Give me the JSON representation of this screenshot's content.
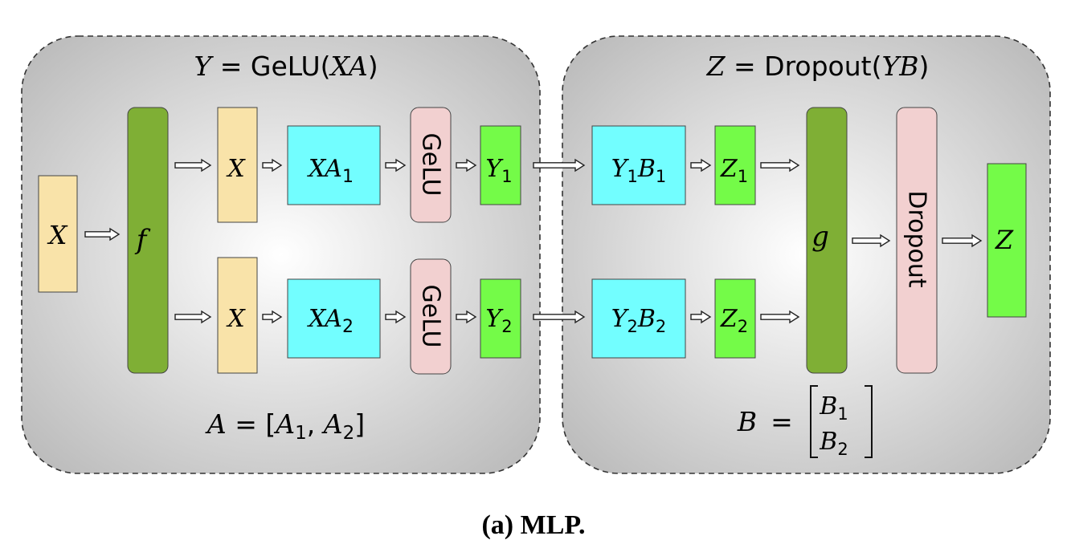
{
  "colors": {
    "input_box": "#f9e3a9",
    "split_box": "#7faf35",
    "matmul_box": "#72feff",
    "activation_box": "#f2d0d0",
    "output_box": "#74fb48",
    "panel_edge": "#bdbdbd",
    "panel_center": "#ffffff"
  },
  "left_panel": {
    "equation": {
      "lhs": "Y",
      "eq": " = ",
      "fn": "GeLU",
      "open": "(",
      "arg": "XA",
      "close": ")"
    },
    "input": "X",
    "split": "f",
    "branches": [
      {
        "input": "X",
        "matmul": "XA",
        "matmul_sub": "1",
        "activation": "GeLU",
        "output": "Y",
        "output_sub": "1"
      },
      {
        "input": "X",
        "matmul": "XA",
        "matmul_sub": "2",
        "activation": "GeLU",
        "output": "Y",
        "output_sub": "2"
      }
    ],
    "partition": {
      "lhs": "A",
      "eq": " = ",
      "open": "[",
      "a": "A",
      "a_sub": "1",
      "sep": ", ",
      "b": "A",
      "b_sub": "2",
      "close": "]"
    }
  },
  "right_panel": {
    "equation": {
      "lhs": "Z",
      "eq": " = ",
      "fn": "Dropout",
      "open": "(",
      "arg": "YB",
      "close": ")"
    },
    "branches": [
      {
        "matmul_a": "Y",
        "matmul_a_sub": "1",
        "matmul_b": "B",
        "matmul_b_sub": "1",
        "output": "Z",
        "output_sub": "1"
      },
      {
        "matmul_a": "Y",
        "matmul_a_sub": "2",
        "matmul_b": "B",
        "matmul_b_sub": "2",
        "output": "Z",
        "output_sub": "2"
      }
    ],
    "reduce": "g",
    "dropout": "Dropout",
    "output": "Z",
    "partition": {
      "lhs": "B",
      "eq": " = ",
      "top": "B",
      "top_sub": "1",
      "bottom": "B",
      "bottom_sub": "2"
    }
  },
  "caption": "(a) MLP."
}
